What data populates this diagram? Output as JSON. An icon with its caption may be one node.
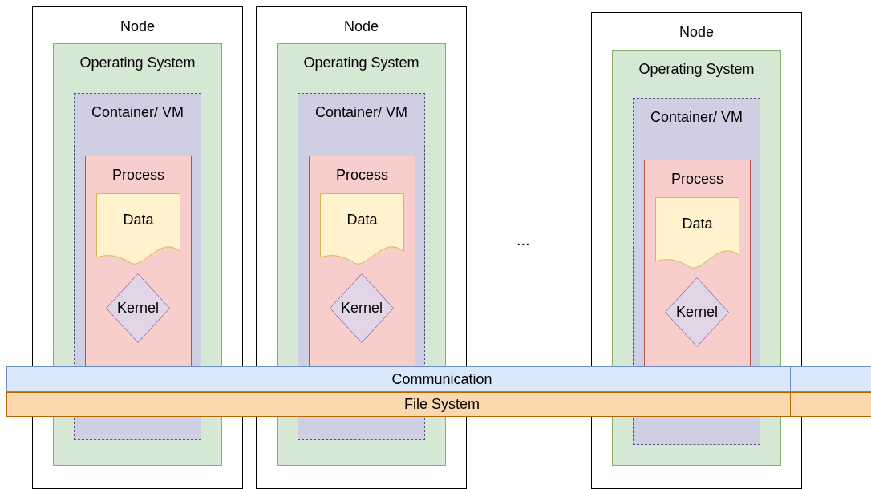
{
  "diagram": {
    "nodes": [
      {
        "text": [
          "Node"
        ]
      },
      {
        "text": [
          "Operating System"
        ],
        "in": 0
      },
      {
        "text": [
          "Container/ VM"
        ],
        "in": 1
      },
      {
        "text": [
          "Process"
        ],
        "in": 2
      },
      {
        "text": [
          "Data"
        ],
        "in": 3
      },
      {
        "text": [
          "Kernel"
        ],
        "in": 3
      },
      {
        "text": [
          "Node"
        ]
      },
      {
        "text": [
          "Operating System"
        ],
        "in": 6
      },
      {
        "text": [
          "Container/ VM"
        ],
        "in": 7
      },
      {
        "text": [
          "Process"
        ],
        "in": 8
      },
      {
        "text": [
          "Data"
        ],
        "in": 9
      },
      {
        "text": [
          "Kernel"
        ],
        "in": 9
      },
      {
        "text": [
          "Node"
        ]
      },
      {
        "text": [
          "Operating System"
        ],
        "in": 12
      },
      {
        "text": [
          "Container/ VM"
        ],
        "in": 13
      },
      {
        "text": [
          "Process"
        ],
        "in": 14
      },
      {
        "text": [
          "Data"
        ],
        "in": 15
      },
      {
        "text": [
          "Kernel"
        ],
        "in": 15
      },
      {
        "text": [
          "Communication"
        ]
      },
      {
        "text": [
          "File System"
        ]
      }
    ],
    "edges": [],
    "labels": [
      "..."
    ]
  }
}
